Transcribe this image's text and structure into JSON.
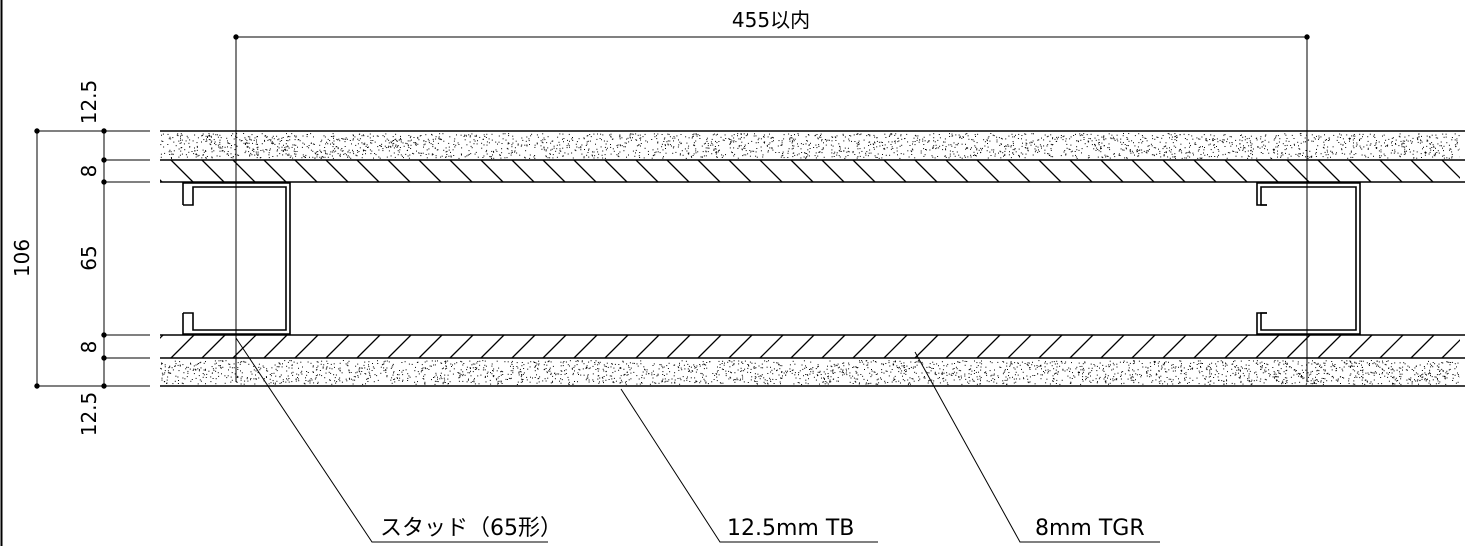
{
  "drawing": {
    "span_dimension": "455以内",
    "total_thickness": "106",
    "layer_dimensions": {
      "top_board": "12.5",
      "top_backer": "8",
      "stud_depth": "65",
      "bottom_backer": "8",
      "bottom_board": "12.5"
    },
    "callouts": {
      "stud": "スタッド（65形）",
      "board": "12.5mm TB",
      "backer": "8mm TGR"
    },
    "colors": {
      "line": "#000000",
      "background": "#ffffff"
    }
  }
}
